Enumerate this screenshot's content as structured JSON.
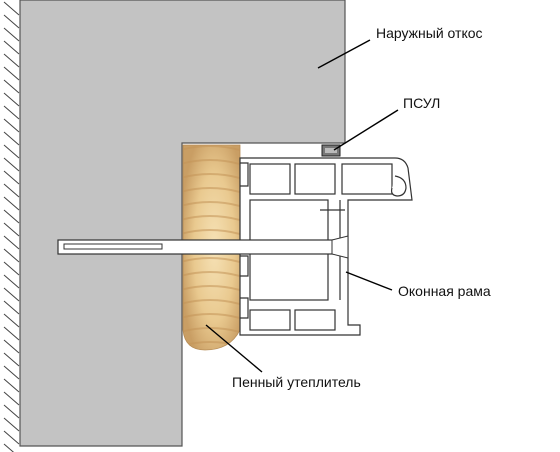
{
  "labels": {
    "outer_slope": "Наружный откос",
    "psul": "ПСУЛ",
    "window_frame": "Оконная рама",
    "foam_insulation": "Пенный утеплитель"
  },
  "colors": {
    "wall": "#c3c3c3",
    "wall_stroke": "#555555",
    "foam_light": "#f3dcaa",
    "foam_dark": "#c9a06a",
    "profile_fill": "#ffffff",
    "profile_stroke": "#333333",
    "leader": "#000000"
  }
}
